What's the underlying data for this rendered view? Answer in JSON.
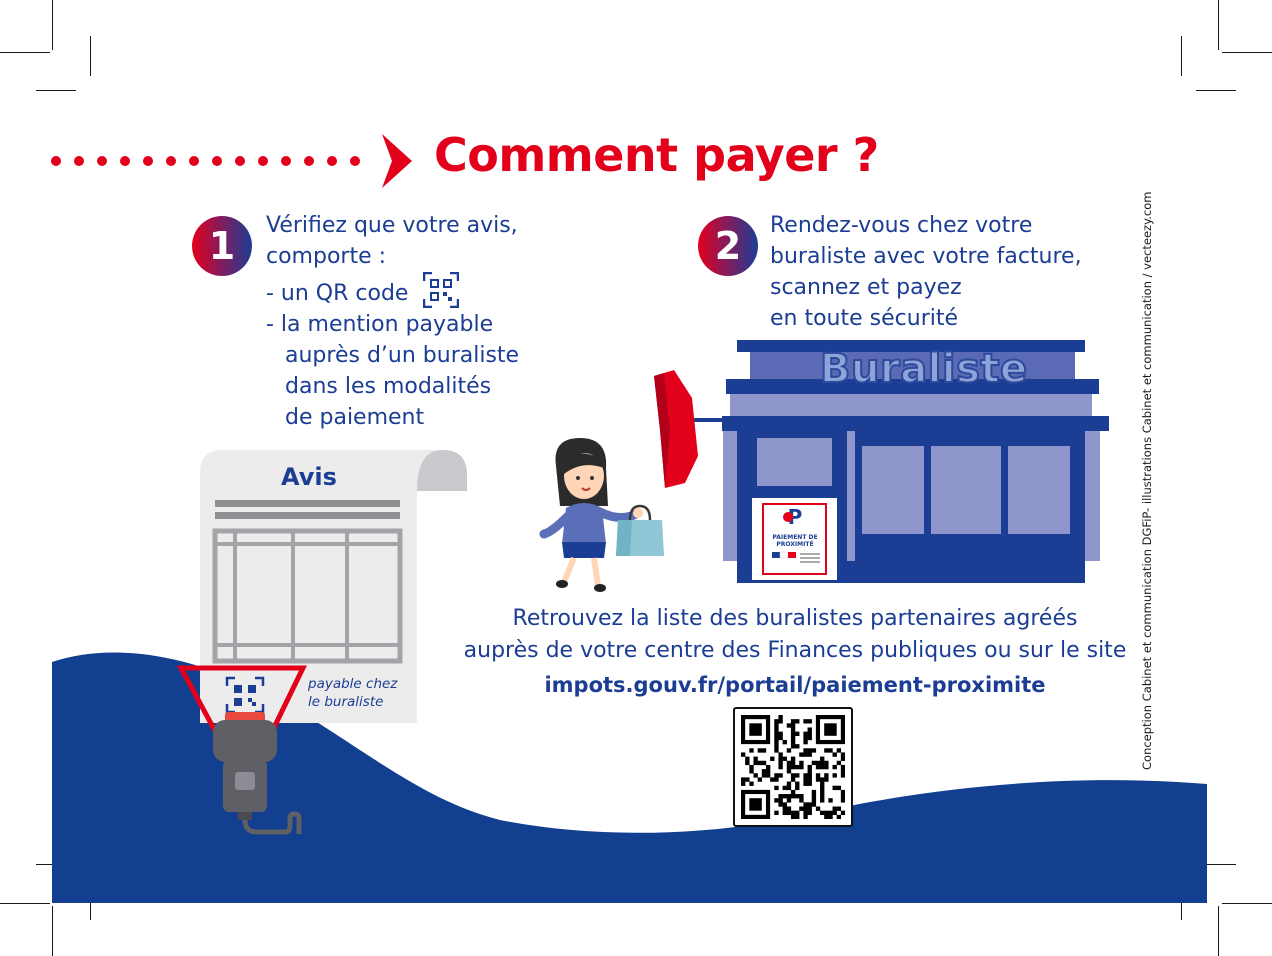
{
  "title": "Comment payer ?",
  "step1": {
    "number": "1",
    "lines": [
      "Vérifiez que votre avis,",
      "comporte :",
      "- un QR code",
      "- la mention payable",
      "auprès d’un buraliste",
      "dans les modalités",
      "de paiement"
    ]
  },
  "step2": {
    "number": "2",
    "lines": [
      "Rendez-vous chez votre",
      "buraliste avec votre facture,",
      "scannez et payez",
      "en toute sécurité"
    ]
  },
  "illustration": {
    "notice_label": "Avis",
    "payable_line1": "payable chez",
    "payable_line2": "le buraliste",
    "shop_name": "Buraliste",
    "sticker_line1": "PAIEMENT DE",
    "sticker_line2": "PROXIMITÉ"
  },
  "bottom": {
    "line1": "Retrouvez la liste des buralistes partenaires agréés",
    "line2": "auprès de votre centre des Finances publiques ou sur le site",
    "url": "impots.gouv.fr/portail/paiement-proximite"
  },
  "credit": "Conception Cabinet et communication DGFiP- illustrations Cabinet et communication / vecteezy.com",
  "icons": [
    "arrow-right-icon",
    "qr-code-icon",
    "barcode-scanner-icon",
    "shopping-bag-icon"
  ],
  "colors": {
    "red": "#e2001a",
    "blue": "#1c3d94",
    "wave": "#123f8f",
    "shop": "#8e96cc"
  }
}
